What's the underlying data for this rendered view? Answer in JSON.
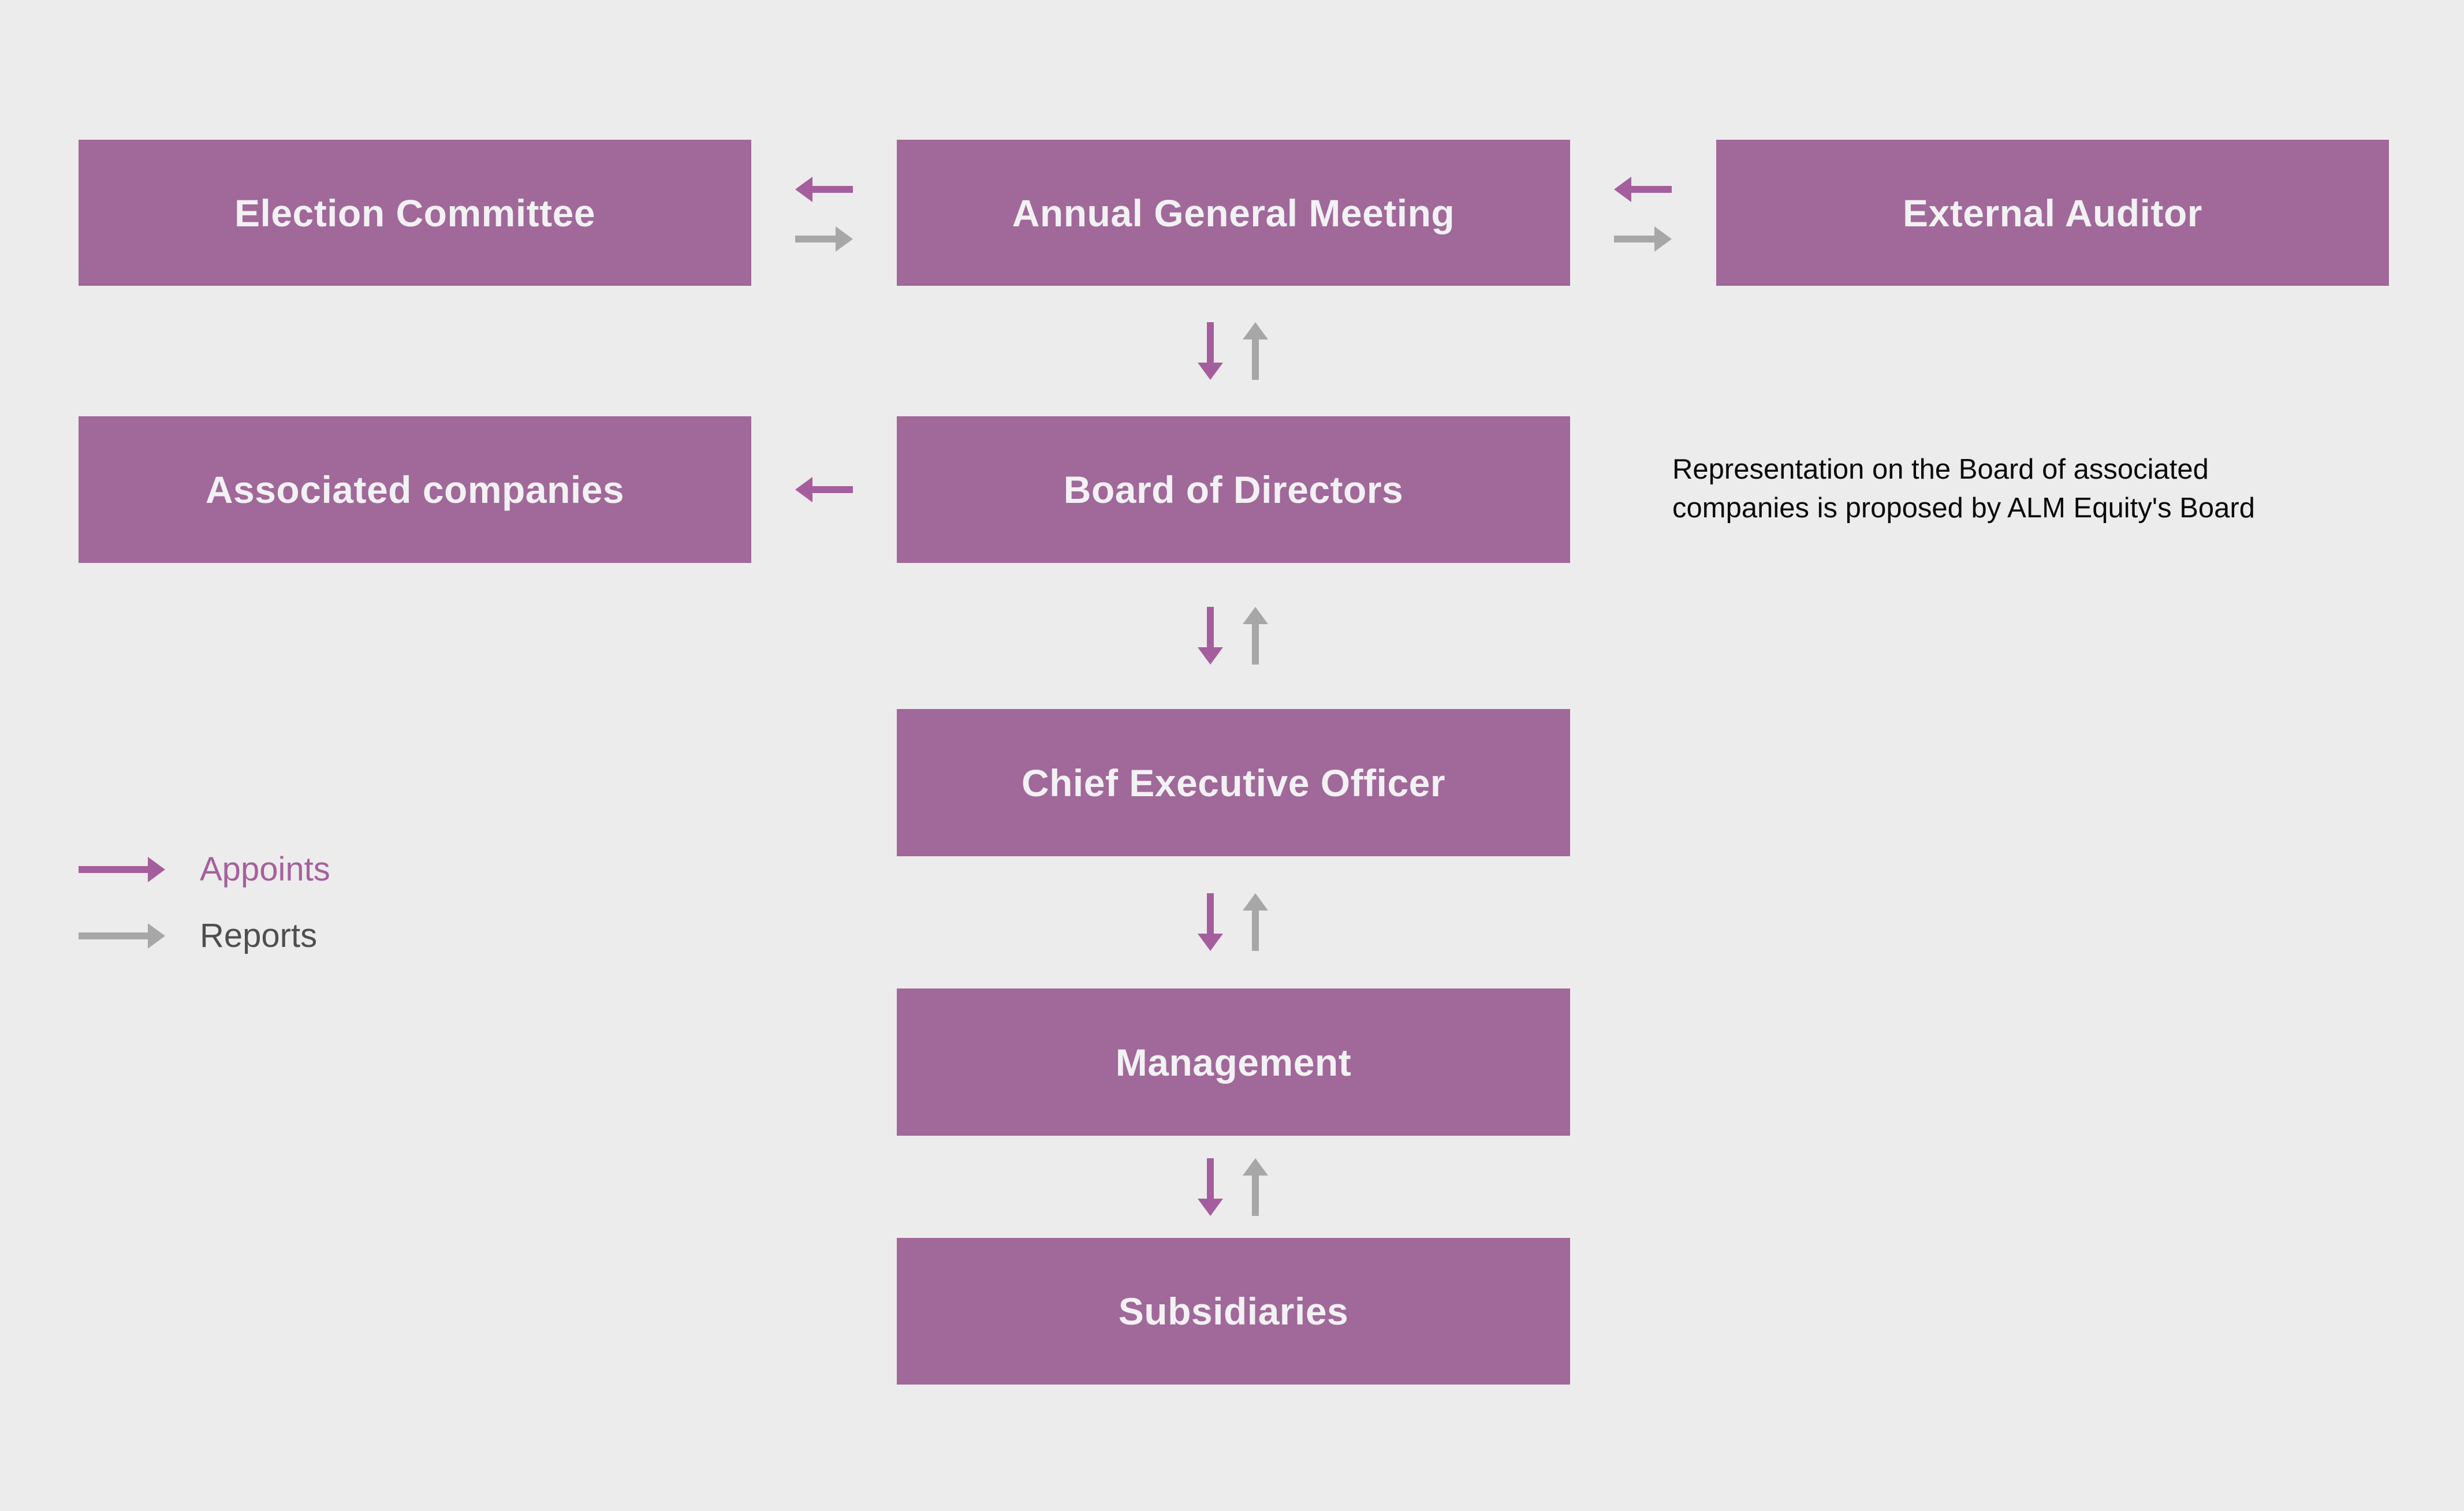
{
  "colors": {
    "background": "#EDECEC",
    "box-fill": "#A1689A",
    "box-text": "#F2F1F3",
    "appoints-arrow": "#A55E9D",
    "reports-arrow": "#A8A7A8",
    "appoints-label": "#A4619C",
    "reports-label": "#4E4E4E",
    "annotation-text": "#0A0A0A"
  },
  "nodes": {
    "election_committee": "Election Committee",
    "annual_general_meeting": "Annual General Meeting",
    "external_auditor": "External Auditor",
    "associated_companies": "Associated companies",
    "board_of_directors": "Board of Directors",
    "chief_executive_officer": "Chief Executive Officer",
    "management": "Management",
    "subsidiaries": "Subsidiaries"
  },
  "annotation": {
    "lines": [
      "Representation on the Board of associated",
      "companies is proposed by ALM Equity's Board"
    ]
  },
  "legend": {
    "appoints": "Appoints",
    "reports": "Reports"
  },
  "edges": [
    {
      "between": [
        "election_committee",
        "annual_general_meeting"
      ],
      "arrows": [
        {
          "type": "appoints",
          "points": "left"
        },
        {
          "type": "reports",
          "points": "right"
        }
      ]
    },
    {
      "between": [
        "annual_general_meeting",
        "external_auditor"
      ],
      "arrows": [
        {
          "type": "appoints",
          "points": "left"
        },
        {
          "type": "reports",
          "points": "right"
        }
      ]
    },
    {
      "between": [
        "board_of_directors",
        "associated_companies"
      ],
      "arrows": [
        {
          "type": "appoints",
          "points": "left"
        }
      ]
    },
    {
      "between": [
        "annual_general_meeting",
        "board_of_directors"
      ],
      "arrows": [
        {
          "type": "appoints",
          "points": "down"
        },
        {
          "type": "reports",
          "points": "up"
        }
      ]
    },
    {
      "between": [
        "board_of_directors",
        "chief_executive_officer"
      ],
      "arrows": [
        {
          "type": "appoints",
          "points": "down"
        },
        {
          "type": "reports",
          "points": "up"
        }
      ]
    },
    {
      "between": [
        "chief_executive_officer",
        "management"
      ],
      "arrows": [
        {
          "type": "appoints",
          "points": "down"
        },
        {
          "type": "reports",
          "points": "up"
        }
      ]
    },
    {
      "between": [
        "management",
        "subsidiaries"
      ],
      "arrows": [
        {
          "type": "appoints",
          "points": "down"
        },
        {
          "type": "reports",
          "points": "up"
        }
      ]
    }
  ]
}
